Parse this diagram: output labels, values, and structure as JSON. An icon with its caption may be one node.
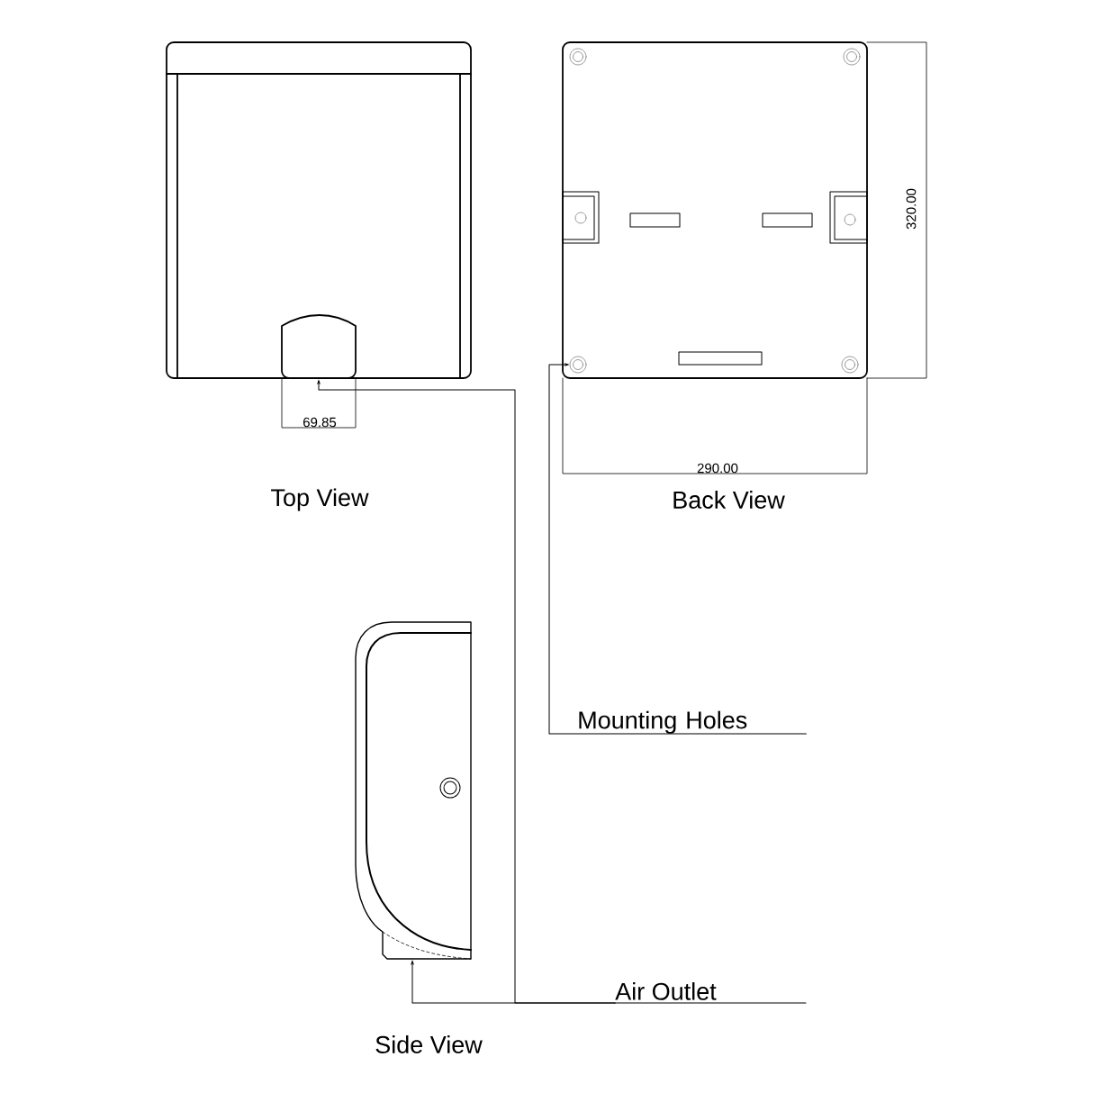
{
  "diagram": {
    "nodes": [
      {
        "text": [
          "Mounting Holes"
        ]
      },
      {
        "text": [
          "Air Outlet"
        ]
      },
      {
        "text": [],
        "shape": "box"
      },
      {
        "text": [],
        "shape": "circle"
      },
      {
        "text": [],
        "shape": "picture"
      }
    ],
    "edges": [
      {
        "from": 0,
        "to": 3,
        "arrow": "to"
      },
      {
        "from": 1,
        "to": 2,
        "arrow": "to"
      },
      {
        "from": 1,
        "to": 4,
        "arrow": "to"
      }
    ],
    "labels": [
      "320.00",
      "69.85",
      "290.00",
      "Top View",
      "Back View",
      "Side View"
    ]
  }
}
